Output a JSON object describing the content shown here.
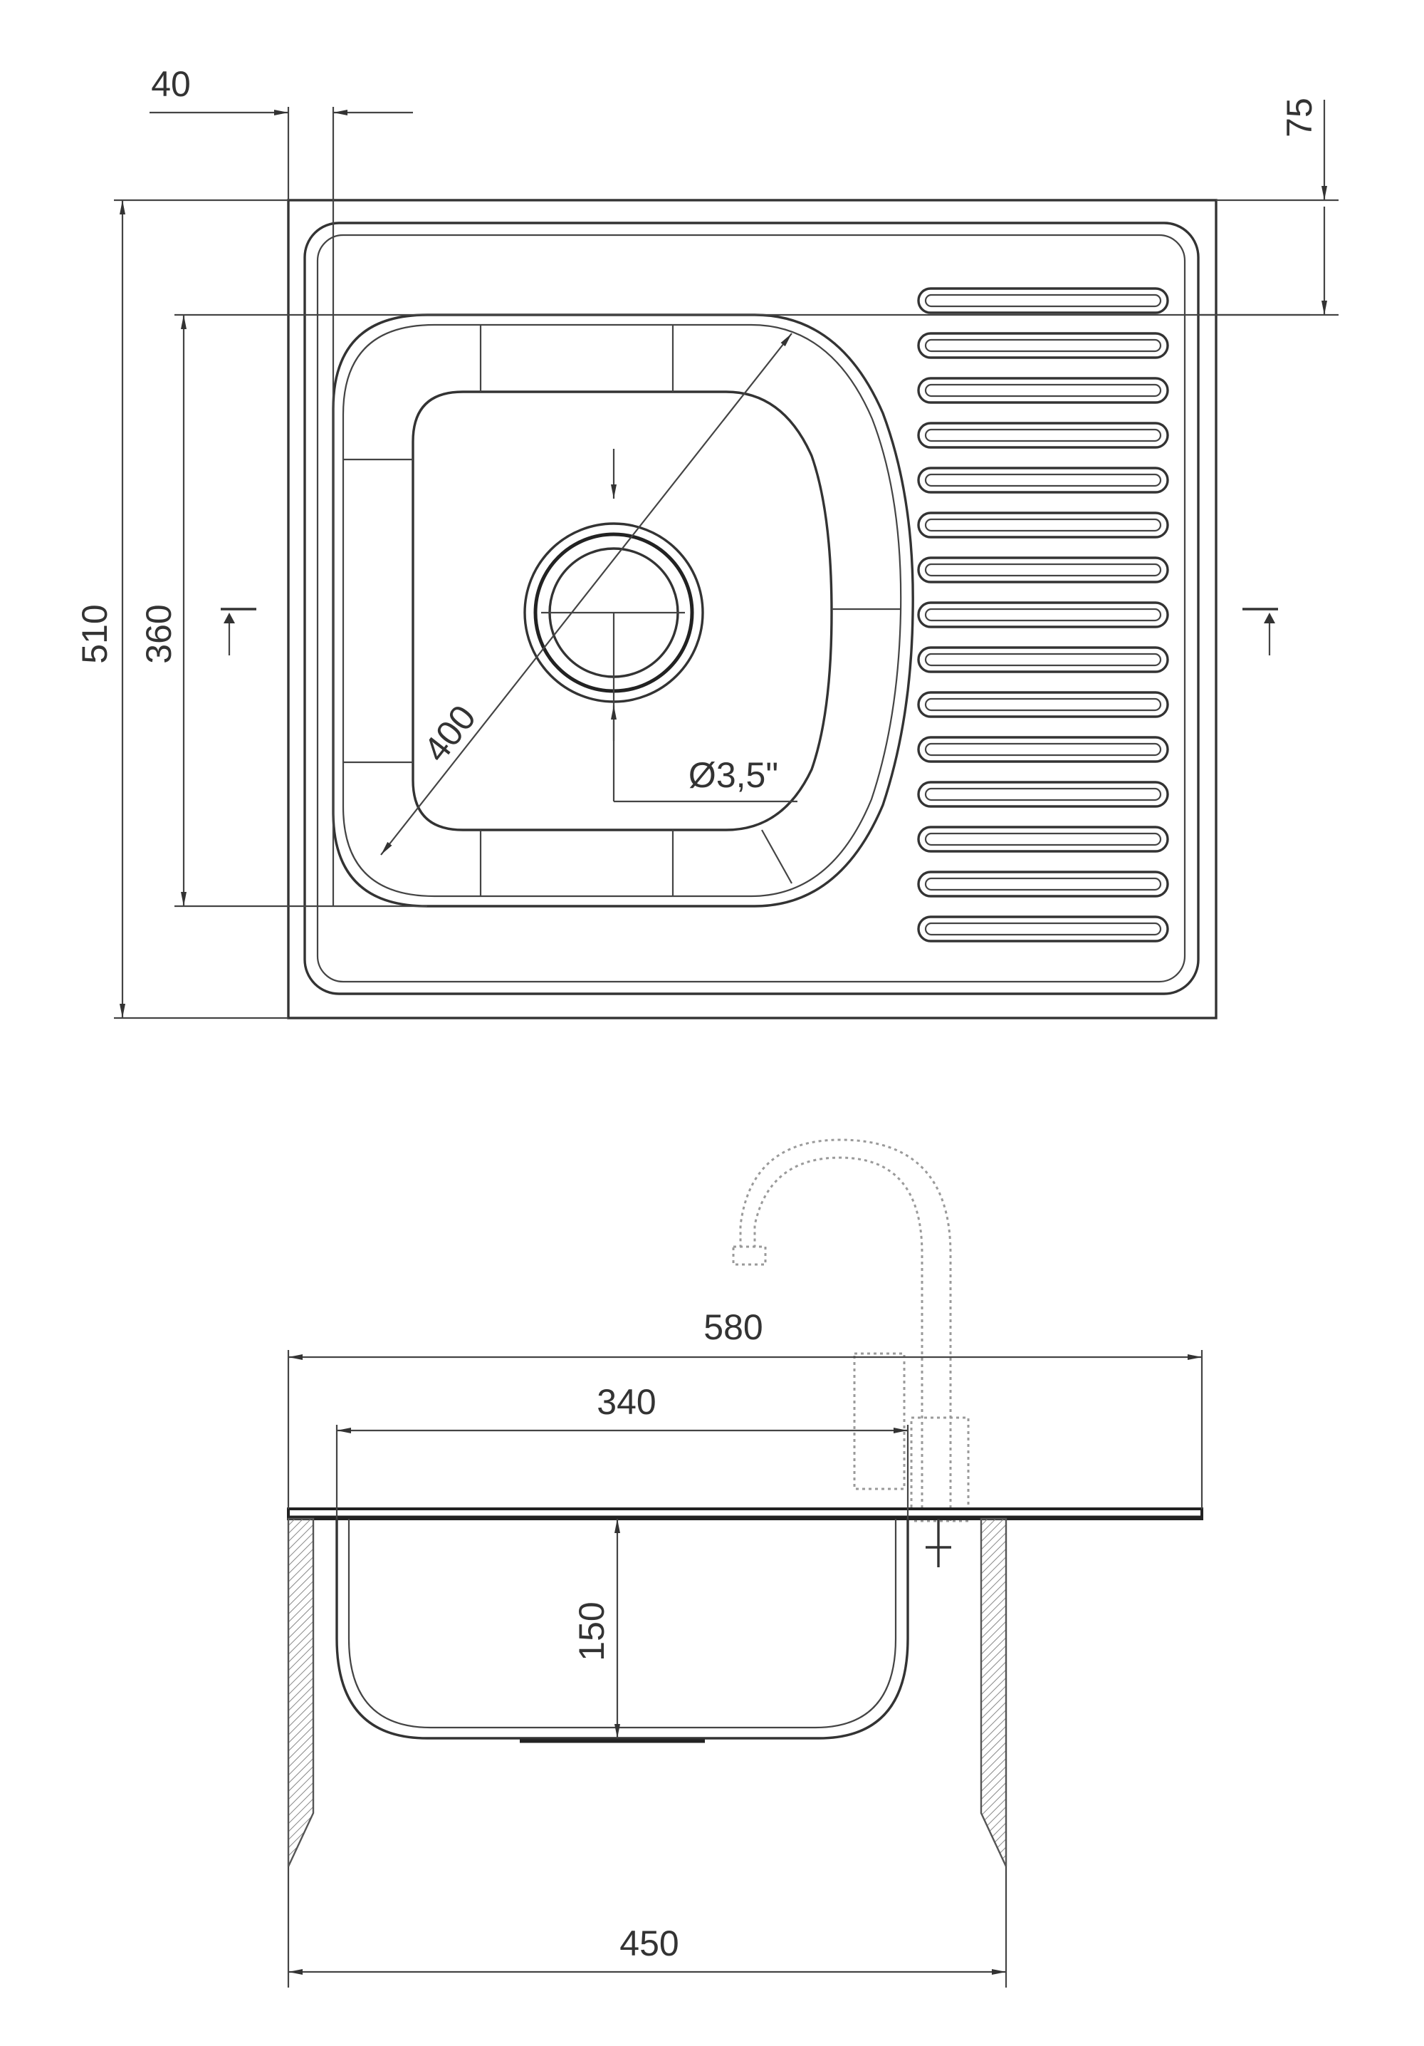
{
  "dimensions": {
    "top_view": {
      "offset_left": "40",
      "offset_top": "75",
      "depth_overall": "510",
      "bowl_depth": "360",
      "bowl_diagonal": "400",
      "drain_diameter": "Ø3,5\""
    },
    "side_view": {
      "overall_width": "580",
      "bowl_width": "340",
      "bowl_height": "150",
      "cabinet_width": "450"
    }
  },
  "colors": {
    "line": "#333333",
    "faucet": "#9a9a9a",
    "background": "#ffffff"
  }
}
